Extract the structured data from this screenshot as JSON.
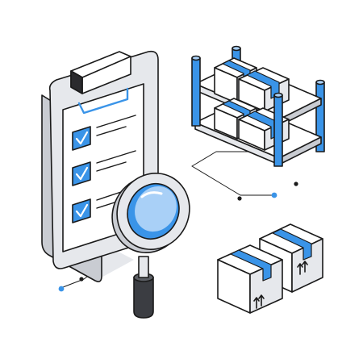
{
  "illustration": {
    "subject": "inventory-audit",
    "colors": {
      "accent": "#3a94e8",
      "accent_light": "#a9d0f7",
      "outline": "#1a1a1a",
      "paper": "#ffffff",
      "shade": "#e6e8ec",
      "shade_dark": "#c9ccd2",
      "handle": "#3b3d42"
    },
    "checklist": {
      "checked_items": 3,
      "lines_per_item": 2
    },
    "shelf": {
      "levels": 2,
      "boxes": 4
    },
    "floor_boxes": {
      "count": 2,
      "label_glyph": "⇈"
    },
    "icons": [
      "clipboard-icon",
      "checkmark-icon",
      "magnifier-icon",
      "shelf-icon",
      "box-icon",
      "this-side-up-icon"
    ]
  }
}
